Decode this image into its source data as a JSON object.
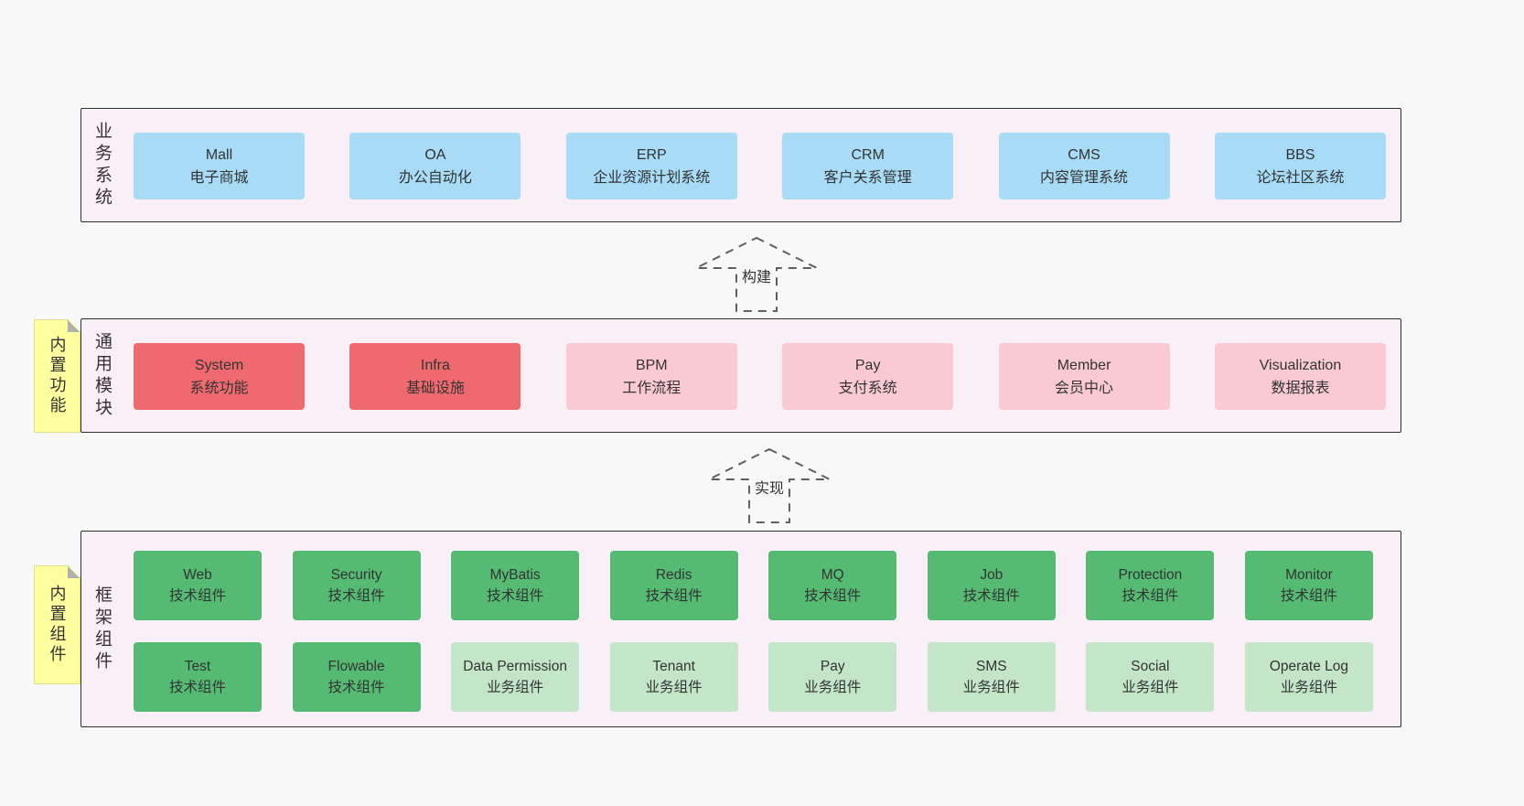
{
  "colors": {
    "page_bg": "#f8f8f8",
    "band_bg": "#f9eff7",
    "band_border": "#2f2f2f",
    "blue_box": "#a8dbf5",
    "red_box": "#ef6a6e",
    "pink_box": "#facad3",
    "green_box": "#55bb73",
    "light_green_box": "#c3e6c9",
    "sticky_bg": "#feff9e",
    "arrow_stroke": "#5f5f5f"
  },
  "arrows": {
    "build": "构建",
    "implement": "实现"
  },
  "bands": {
    "business": {
      "label": "业务系统",
      "boxes": [
        {
          "title": "Mall",
          "subtitle": "电子商城",
          "type": "blue"
        },
        {
          "title": "OA",
          "subtitle": "办公自动化",
          "type": "blue"
        },
        {
          "title": "ERP",
          "subtitle": "企业资源计划系统",
          "type": "blue"
        },
        {
          "title": "CRM",
          "subtitle": "客户关系管理",
          "type": "blue"
        },
        {
          "title": "CMS",
          "subtitle": "内容管理系统",
          "type": "blue"
        },
        {
          "title": "BBS",
          "subtitle": "论坛社区系统",
          "type": "blue"
        }
      ]
    },
    "modules": {
      "label": "通用模块",
      "sticky": "内置功能",
      "boxes": [
        {
          "title": "System",
          "subtitle": "系统功能",
          "type": "red"
        },
        {
          "title": "Infra",
          "subtitle": "基础设施",
          "type": "red"
        },
        {
          "title": "BPM",
          "subtitle": "工作流程",
          "type": "pink"
        },
        {
          "title": "Pay",
          "subtitle": "支付系统",
          "type": "pink"
        },
        {
          "title": "Member",
          "subtitle": "会员中心",
          "type": "pink"
        },
        {
          "title": "Visualization",
          "subtitle": "数据报表",
          "type": "pink"
        }
      ]
    },
    "components": {
      "label": "框架组件",
      "sticky": "内置组件",
      "row1": [
        {
          "title": "Web",
          "subtitle": "技术组件",
          "type": "green"
        },
        {
          "title": "Security",
          "subtitle": "技术组件",
          "type": "green"
        },
        {
          "title": "MyBatis",
          "subtitle": "技术组件",
          "type": "green"
        },
        {
          "title": "Redis",
          "subtitle": "技术组件",
          "type": "green"
        },
        {
          "title": "MQ",
          "subtitle": "技术组件",
          "type": "green"
        },
        {
          "title": "Job",
          "subtitle": "技术组件",
          "type": "green"
        },
        {
          "title": "Protection",
          "subtitle": "技术组件",
          "type": "green"
        },
        {
          "title": "Monitor",
          "subtitle": "技术组件",
          "type": "green"
        }
      ],
      "row2": [
        {
          "title": "Test",
          "subtitle": "技术组件",
          "type": "green"
        },
        {
          "title": "Flowable",
          "subtitle": "技术组件",
          "type": "green"
        },
        {
          "title": "Data Permission",
          "subtitle": "业务组件",
          "type": "lightgreen"
        },
        {
          "title": "Tenant",
          "subtitle": "业务组件",
          "type": "lightgreen"
        },
        {
          "title": "Pay",
          "subtitle": "业务组件",
          "type": "lightgreen"
        },
        {
          "title": "SMS",
          "subtitle": "业务组件",
          "type": "lightgreen"
        },
        {
          "title": "Social",
          "subtitle": "业务组件",
          "type": "lightgreen"
        },
        {
          "title": "Operate Log",
          "subtitle": "业务组件",
          "type": "lightgreen"
        }
      ]
    }
  }
}
